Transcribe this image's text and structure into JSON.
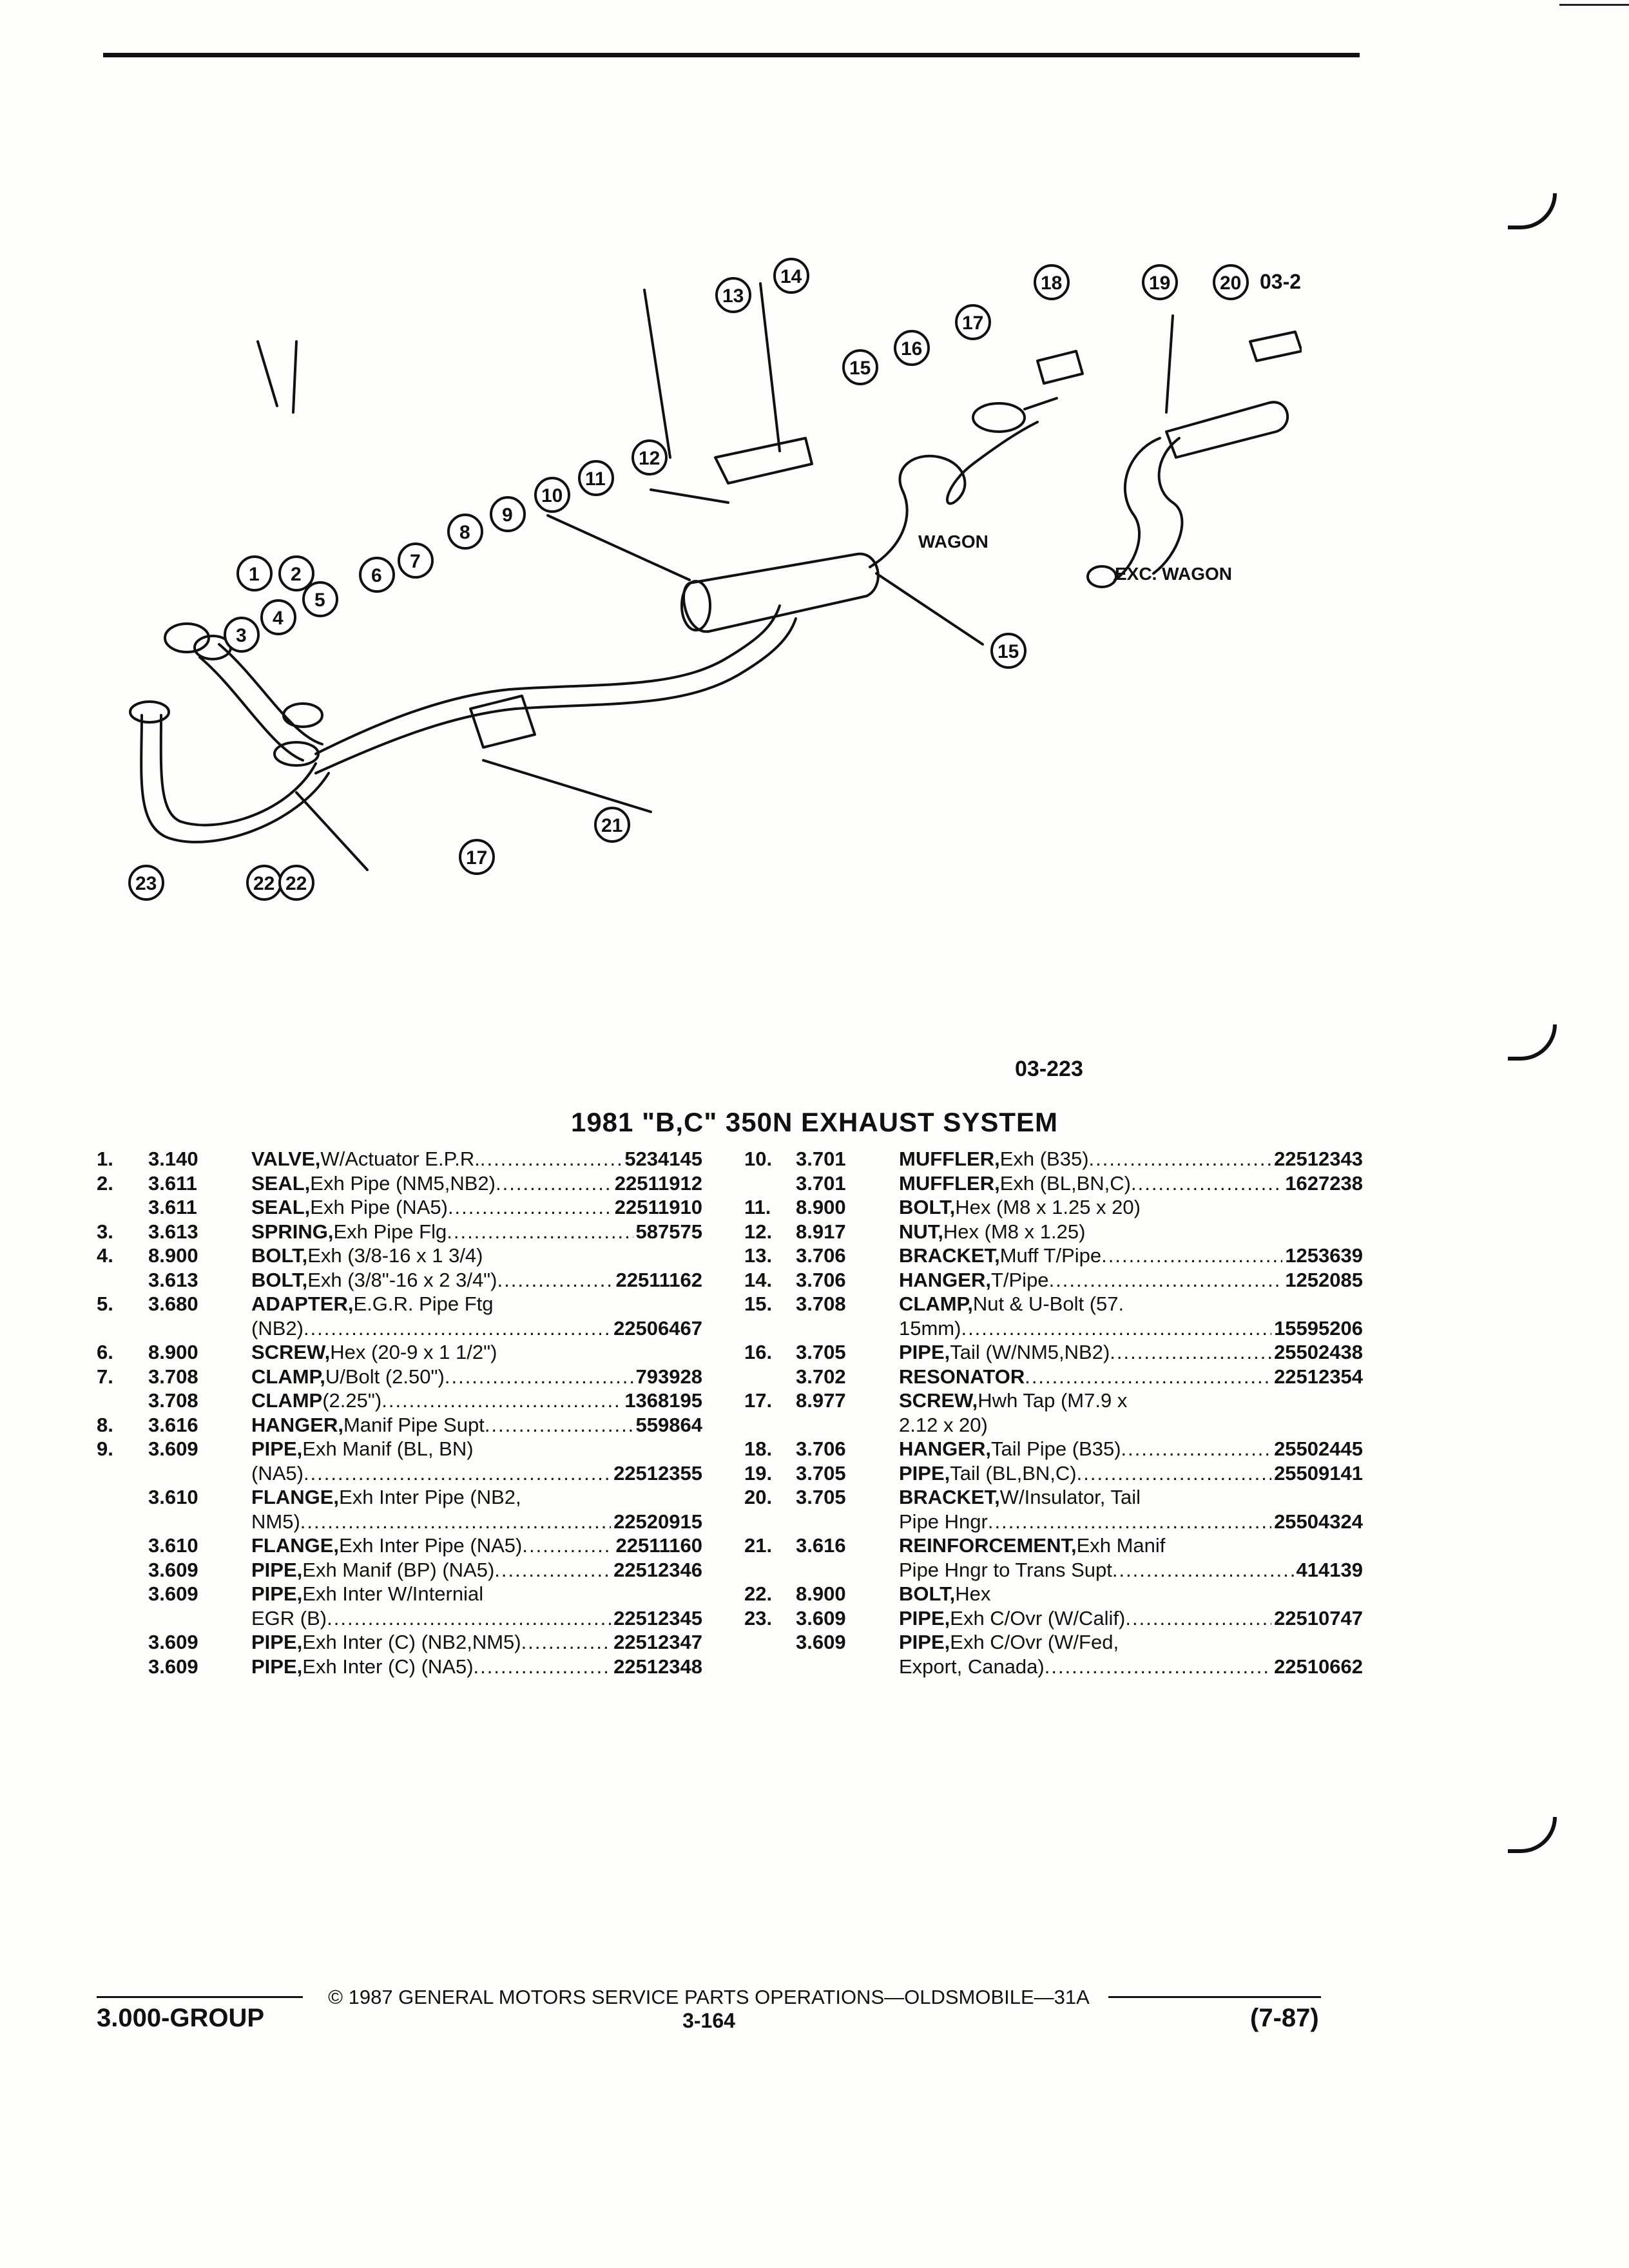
{
  "figure": {
    "ref_top": "03-223",
    "ref_bottom": "03-223",
    "label_wagon": "WAGON",
    "label_exc_wagon": "EXC. WAGON",
    "callouts": [
      "1",
      "2",
      "3",
      "4",
      "5",
      "6",
      "7",
      "8",
      "9",
      "10",
      "11",
      "12",
      "13",
      "14",
      "15",
      "15",
      "16",
      "17",
      "17",
      "18",
      "19",
      "20",
      "21",
      "22",
      "22",
      "23"
    ]
  },
  "section_title": "1981 \"B,C\" 350N EXHAUST SYSTEM",
  "parts_left": [
    {
      "num": "1.",
      "code": "3.140",
      "name": "VALVE,",
      "rest": " W/Actuator E.P.R.",
      "part": "5234145"
    },
    {
      "num": "2.",
      "code": "3.611",
      "name": "SEAL,",
      "rest": " Exh Pipe (NM5,NB2)",
      "part": "22511912"
    },
    {
      "num": "",
      "code": "3.611",
      "name": "SEAL,",
      "rest": " Exh Pipe (NA5)",
      "part": "22511910"
    },
    {
      "num": "3.",
      "code": "3.613",
      "name": "SPRING,",
      "rest": " Exh Pipe Flg",
      "part": "587575"
    },
    {
      "num": "4.",
      "code": "8.900",
      "name": "BOLT,",
      "rest": " Exh (3/8-16 x 1 3/4)",
      "part": ""
    },
    {
      "num": "",
      "code": "3.613",
      "name": "BOLT,",
      "rest": " Exh (3/8\"-16 x 2 3/4\")",
      "part": "22511162"
    },
    {
      "num": "5.",
      "code": "3.680",
      "name": "ADAPTER,",
      "rest": " E.G.R. Pipe Ftg",
      "part": ""
    },
    {
      "num": "",
      "code": "",
      "name": "",
      "rest": "(NB2)",
      "part": "22506467"
    },
    {
      "num": "6.",
      "code": "8.900",
      "name": "SCREW,",
      "rest": " Hex (20-9 x 1 1/2\")",
      "part": ""
    },
    {
      "num": "7.",
      "code": "3.708",
      "name": "CLAMP,",
      "rest": " U/Bolt (2.50\")",
      "part": "793928"
    },
    {
      "num": "",
      "code": "3.708",
      "name": "CLAMP",
      "rest": " (2.25\")",
      "part": "1368195"
    },
    {
      "num": "8.",
      "code": "3.616",
      "name": "HANGER,",
      "rest": " Manif Pipe Supt",
      "part": "559864"
    },
    {
      "num": "9.",
      "code": "3.609",
      "name": "PIPE,",
      "rest": " Exh Manif (BL, BN)",
      "part": ""
    },
    {
      "num": "",
      "code": "",
      "name": "",
      "rest": "(NA5)",
      "part": "22512355"
    },
    {
      "num": "",
      "code": "3.610",
      "name": "FLANGE,",
      "rest": " Exh Inter Pipe (NB2,",
      "part": ""
    },
    {
      "num": "",
      "code": "",
      "name": "",
      "rest": "NM5)",
      "part": "22520915"
    },
    {
      "num": "",
      "code": "3.610",
      "name": "FLANGE,",
      "rest": " Exh Inter Pipe (NA5)",
      "part": "22511160"
    },
    {
      "num": "",
      "code": "3.609",
      "name": "PIPE,",
      "rest": " Exh Manif (BP) (NA5)",
      "part": "22512346"
    },
    {
      "num": "",
      "code": "3.609",
      "name": "PIPE,",
      "rest": " Exh Inter W/Internial",
      "part": ""
    },
    {
      "num": "",
      "code": "",
      "name": "",
      "rest": "EGR (B)",
      "part": "22512345"
    },
    {
      "num": "",
      "code": "3.609",
      "name": "PIPE,",
      "rest": " Exh Inter (C) (NB2,NM5)",
      "part": "22512347"
    },
    {
      "num": "",
      "code": "3.609",
      "name": "PIPE,",
      "rest": " Exh Inter (C) (NA5)",
      "part": "22512348"
    }
  ],
  "parts_right": [
    {
      "num": "10.",
      "code": "3.701",
      "name": "MUFFLER,",
      "rest": " Exh (B35)",
      "part": "22512343"
    },
    {
      "num": "",
      "code": "3.701",
      "name": "MUFFLER,",
      "rest": " Exh (BL,BN,C)",
      "part": "1627238"
    },
    {
      "num": "11.",
      "code": "8.900",
      "name": "BOLT,",
      "rest": " Hex (M8 x 1.25 x 20)",
      "part": ""
    },
    {
      "num": "12.",
      "code": "8.917",
      "name": "NUT,",
      "rest": " Hex (M8 x 1.25)",
      "part": ""
    },
    {
      "num": "13.",
      "code": "3.706",
      "name": "BRACKET,",
      "rest": " Muff T/Pipe",
      "part": "1253639"
    },
    {
      "num": "14.",
      "code": "3.706",
      "name": "HANGER,",
      "rest": " T/Pipe",
      "part": "1252085"
    },
    {
      "num": "15.",
      "code": "3.708",
      "name": "CLAMP,",
      "rest": " Nut & U-Bolt (57.",
      "part": ""
    },
    {
      "num": "",
      "code": "",
      "name": "",
      "rest": "15mm)",
      "part": "15595206"
    },
    {
      "num": "16.",
      "code": "3.705",
      "name": "PIPE,",
      "rest": " Tail (W/NM5,NB2)",
      "part": "25502438"
    },
    {
      "num": "",
      "code": "3.702",
      "name": "RESONATOR",
      "rest": "",
      "part": "22512354"
    },
    {
      "num": "17.",
      "code": "8.977",
      "name": "SCREW,",
      "rest": " Hwh Tap (M7.9 x",
      "part": ""
    },
    {
      "num": "",
      "code": "",
      "name": "",
      "rest": "2.12 x 20)",
      "part": ""
    },
    {
      "num": "18.",
      "code": "3.706",
      "name": "HANGER,",
      "rest": " Tail Pipe (B35)",
      "part": "25502445"
    },
    {
      "num": "19.",
      "code": "3.705",
      "name": "PIPE,",
      "rest": " Tail (BL,BN,C)",
      "part": "25509141"
    },
    {
      "num": "20.",
      "code": "3.705",
      "name": "BRACKET,",
      "rest": " W/Insulator, Tail",
      "part": ""
    },
    {
      "num": "",
      "code": "",
      "name": "",
      "rest": "Pipe Hngr",
      "part": "25504324"
    },
    {
      "num": "21.",
      "code": "3.616",
      "name": "REINFORCEMENT,",
      "rest": " Exh Manif",
      "part": ""
    },
    {
      "num": "",
      "code": "",
      "name": "",
      "rest": "Pipe Hngr to Trans Supt",
      "part": "414139"
    },
    {
      "num": "22.",
      "code": "8.900",
      "name": "BOLT,",
      "rest": " Hex",
      "part": ""
    },
    {
      "num": "23.",
      "code": "3.609",
      "name": "PIPE,",
      "rest": " Exh C/Ovr (W/Calif)",
      "part": "22510747"
    },
    {
      "num": "",
      "code": "3.609",
      "name": "PIPE,",
      "rest": " Exh C/Ovr (W/Fed,",
      "part": ""
    },
    {
      "num": "",
      "code": "",
      "name": "",
      "rest": "Export, Canada)",
      "part": "22510662"
    }
  ],
  "footer": {
    "copyright": "© 1987 GENERAL MOTORS SERVICE PARTS OPERATIONS—OLDSMOBILE—31A",
    "group": "3.000-GROUP",
    "page": "3-164",
    "date": "(7-87)"
  }
}
